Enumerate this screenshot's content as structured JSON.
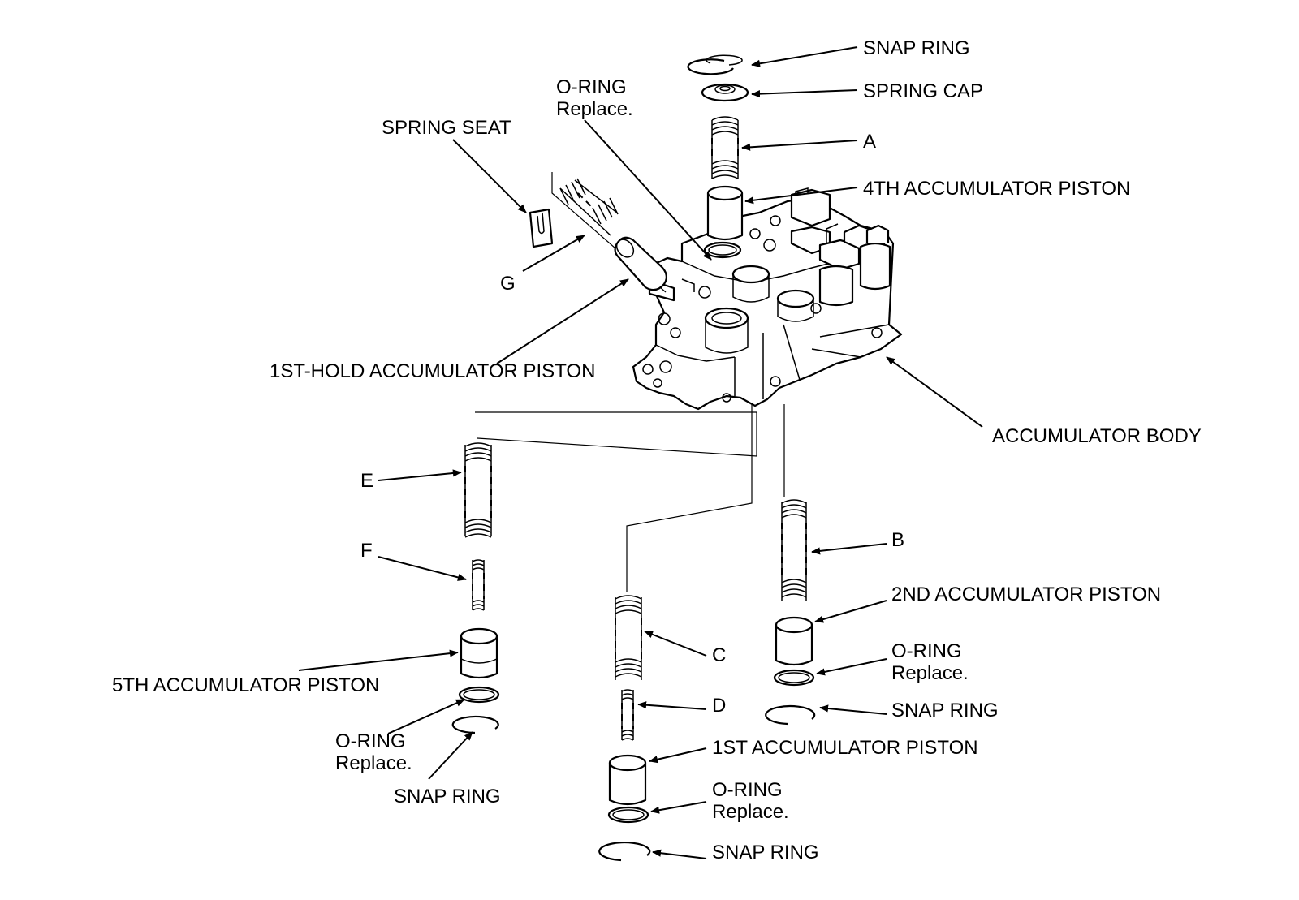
{
  "labels": {
    "snap_ring_top": "SNAP RING",
    "spring_cap": "SPRING CAP",
    "a": "A",
    "fourth_piston": "4TH ACCUMULATOR PISTON",
    "oring_top_1": "O-RING",
    "oring_top_2": "Replace.",
    "spring_seat": "SPRING SEAT",
    "g": "G",
    "first_hold_piston": "1ST-HOLD ACCUMULATOR PISTON",
    "accumulator_body": "ACCUMULATOR BODY",
    "e": "E",
    "f": "F",
    "fifth_piston": "5TH ACCUMULATOR PISTON",
    "oring_left_1": "O-RING",
    "oring_left_2": "Replace.",
    "snap_ring_left": "SNAP RING",
    "b": "B",
    "second_piston": "2ND ACCUMULATOR PISTON",
    "oring_right_1": "O-RING",
    "oring_right_2": "Replace.",
    "snap_ring_right": "SNAP RING",
    "c": "C",
    "d": "D",
    "first_piston": "1ST ACCUMULATOR PISTON",
    "oring_bottom_1": "O-RING",
    "oring_bottom_2": "Replace.",
    "snap_ring_bottom": "SNAP RING"
  }
}
